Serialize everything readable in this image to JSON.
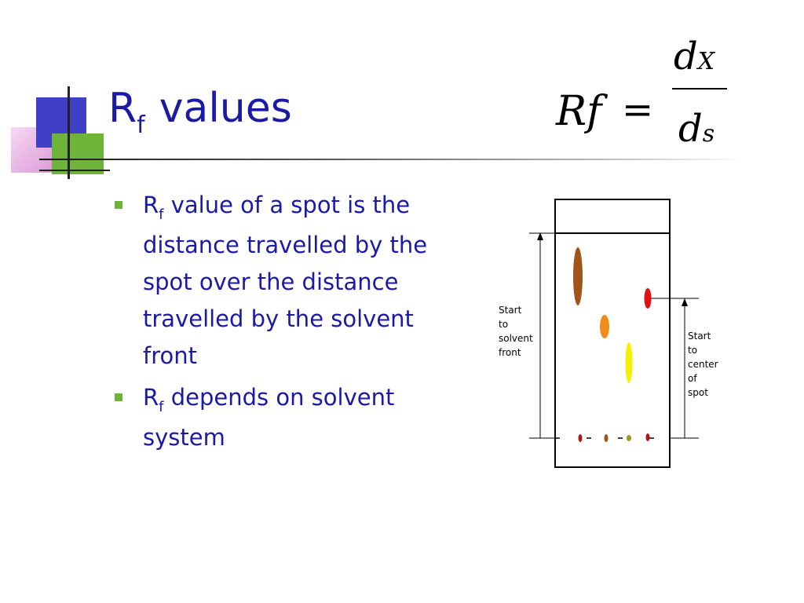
{
  "title": {
    "main": "R",
    "sub": "f",
    "rest": "values"
  },
  "formula": {
    "lhs": "Rf",
    "eq": "=",
    "num_d": "d",
    "num_sub": "X",
    "den_d": "d",
    "den_sub": "s"
  },
  "bullets": [
    {
      "main": "R",
      "sub": "f",
      "rest": " value of a spot is the distance travelled by the spot over the distance travelled by the solvent front"
    },
    {
      "main": "R",
      "sub": "f",
      "rest": " depends on solvent system"
    }
  ],
  "diagram": {
    "label_solvent": [
      "Start",
      "to",
      "solvent",
      "front"
    ],
    "label_spot": [
      "Start",
      "to",
      "center",
      "of",
      "spot"
    ]
  },
  "colors": {
    "title": "#1a1aa6",
    "bullet_marker": "#6fb43a",
    "accent_blue": "#3f3fc8",
    "accent_pink": "#d995d6"
  },
  "icons": [
    "decorative-corner-squares",
    "bullet-square-icon"
  ]
}
